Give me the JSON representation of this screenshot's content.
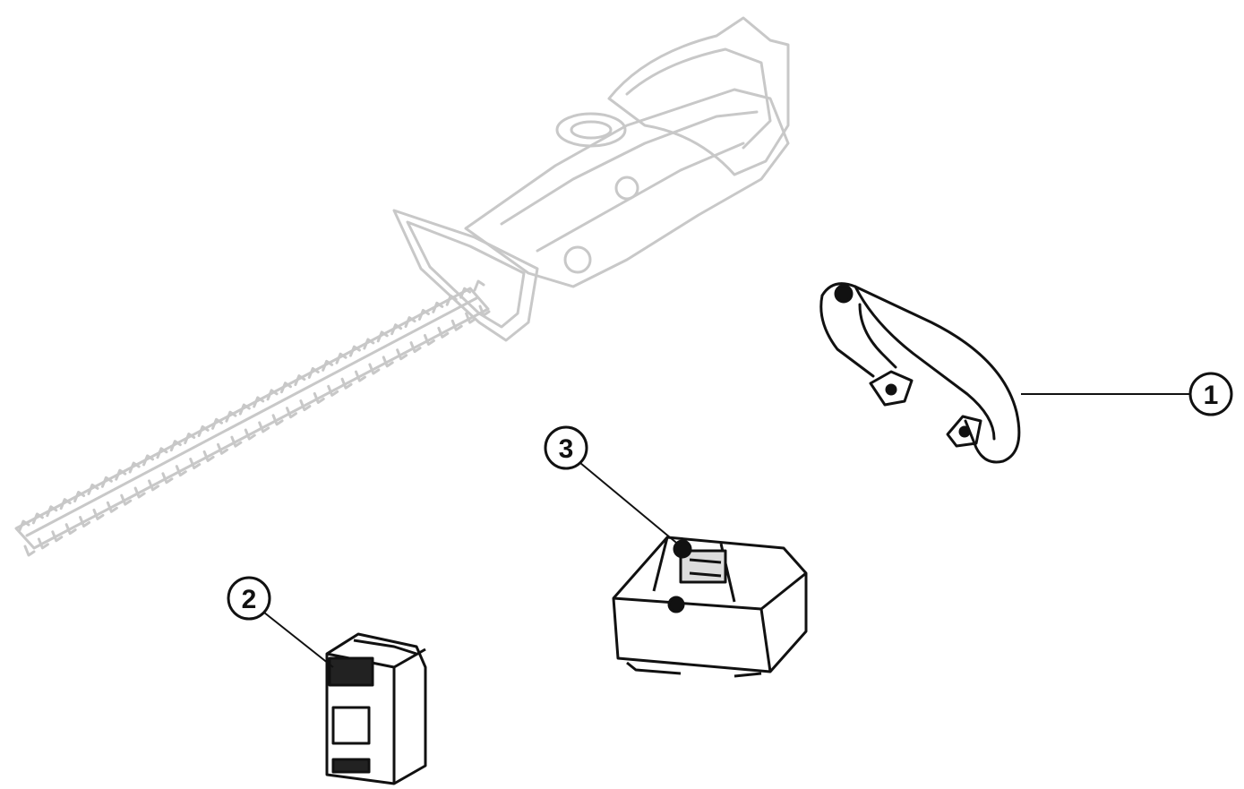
{
  "colors": {
    "ink": "#111111",
    "ghost": "#c8c8c8",
    "background": "#ffffff"
  },
  "callouts": [
    {
      "id": "callout-1",
      "label": "1",
      "part": "auxiliary-handle"
    },
    {
      "id": "callout-2",
      "label": "2",
      "part": "battery-pack"
    },
    {
      "id": "callout-3",
      "label": "3",
      "part": "battery-charger"
    }
  ]
}
